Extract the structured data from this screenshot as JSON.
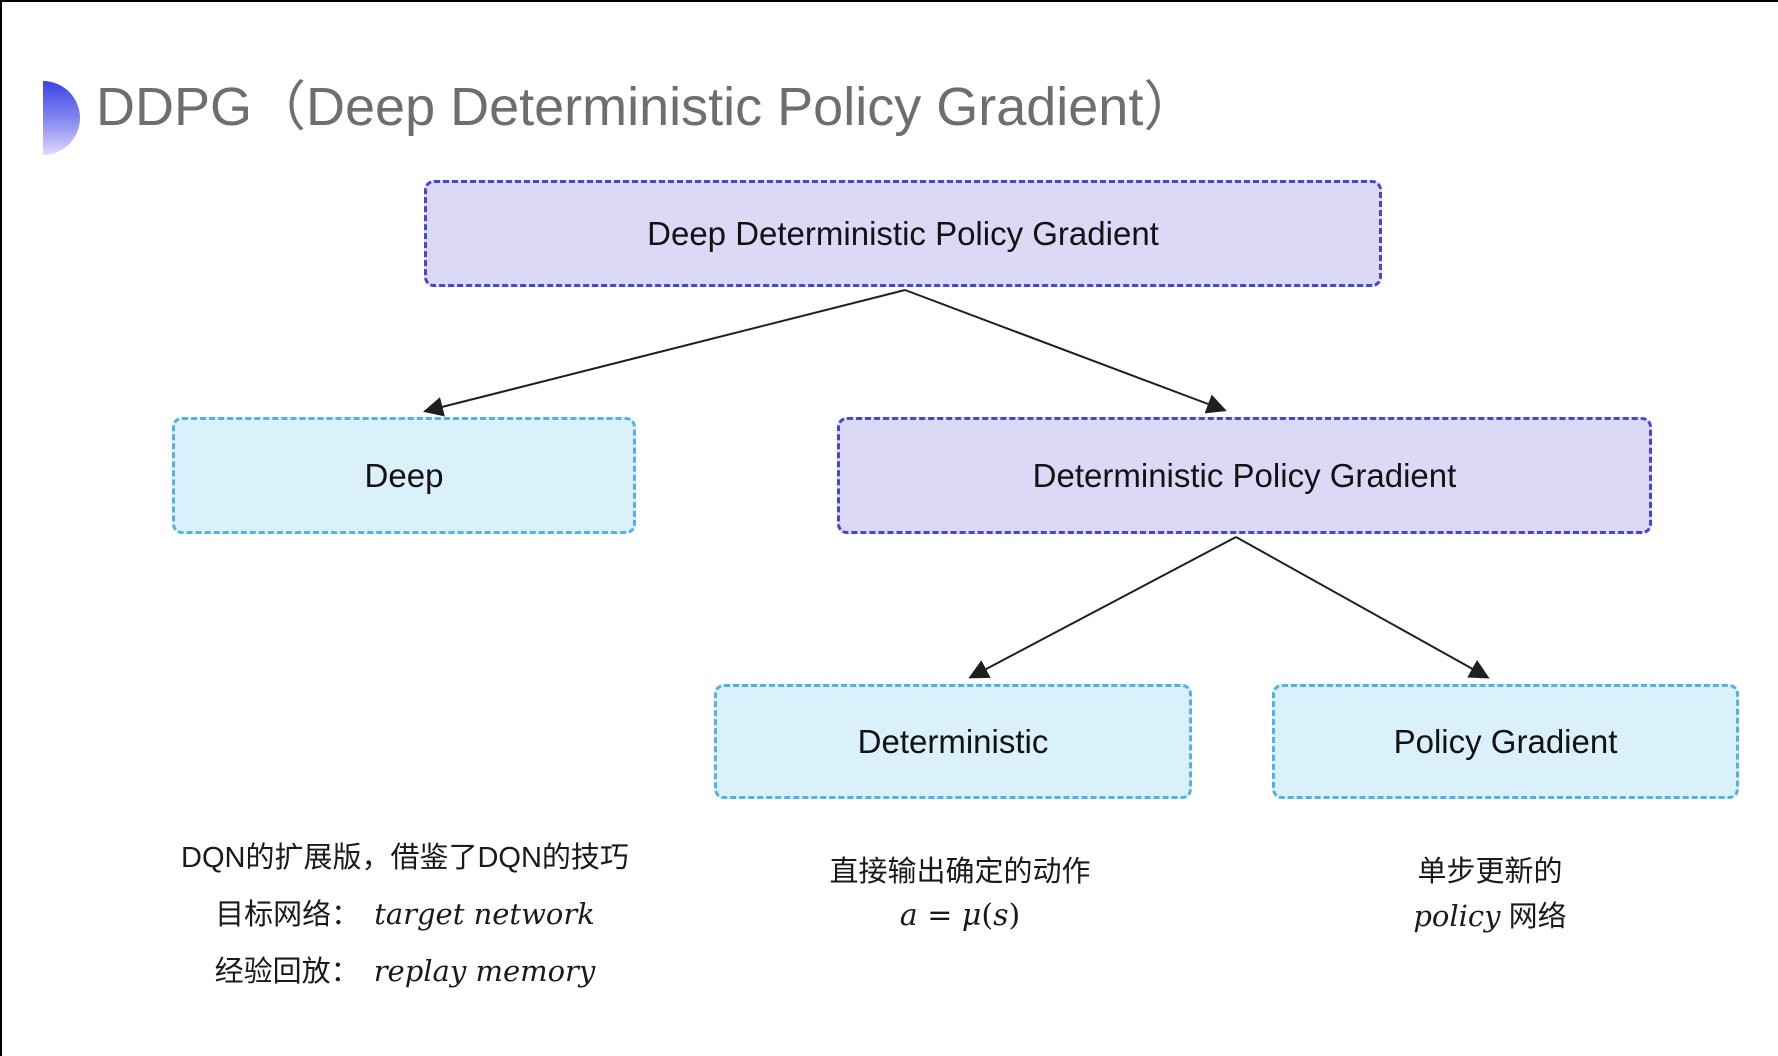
{
  "title": {
    "text": "DDPG（Deep Deterministic Policy Gradient）"
  },
  "tree": {
    "root": {
      "label": "Deep Deterministic Policy Gradient"
    },
    "level2": [
      {
        "label": "Deep"
      },
      {
        "label": "Deterministic Policy Gradient"
      }
    ],
    "level3": [
      {
        "label": "Deterministic"
      },
      {
        "label": "Policy Gradient"
      }
    ]
  },
  "notes": {
    "deep": {
      "line1": "DQN的扩展版，借鉴了DQN的技巧",
      "line2_label": "目标网络：",
      "line2_value": "target network",
      "line3_label": "经验回放：",
      "line3_value": "replay memory"
    },
    "deterministic": {
      "line1": "直接输出确定的动作",
      "math": {
        "a": "a",
        "eq": " = ",
        "mu": "μ",
        "lp": "(",
        "s": "s",
        "rp": ")"
      }
    },
    "policy": {
      "line1": "单步更新的",
      "word_italic": "policy",
      "word_rest": " 网络"
    }
  },
  "colors": {
    "lavender_fill": "#dcd9f7",
    "lavender_border": "#4446d4",
    "cyan_fill": "#daf0fb",
    "cyan_border": "#56b1e3",
    "title_gray": "#6e6e6e",
    "arrow": "#1f1f1f",
    "bullet_gradient_top": "#3d43e3",
    "bullet_gradient_bottom": "#dedbfa"
  }
}
